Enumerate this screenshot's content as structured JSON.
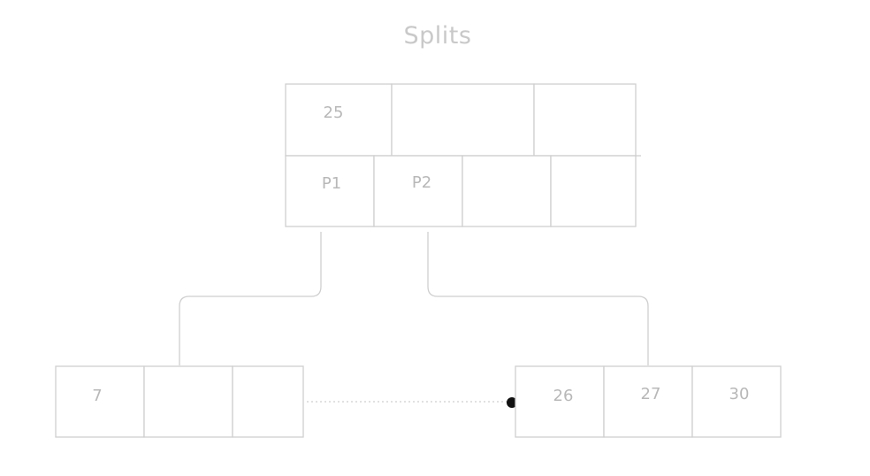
{
  "diagram": {
    "title": "Splits",
    "root": {
      "keys": [
        "25",
        "",
        ""
      ],
      "pointers": [
        "P1",
        "P2",
        "",
        ""
      ]
    },
    "left_leaf": {
      "keys": [
        "7",
        "",
        ""
      ]
    },
    "right_leaf": {
      "keys": [
        "26",
        "27",
        "30"
      ]
    },
    "colors": {
      "line": "#cfcfcf",
      "text": "#b8b8b8",
      "title": "#c9c9c9",
      "endpoint": "#111111"
    }
  }
}
